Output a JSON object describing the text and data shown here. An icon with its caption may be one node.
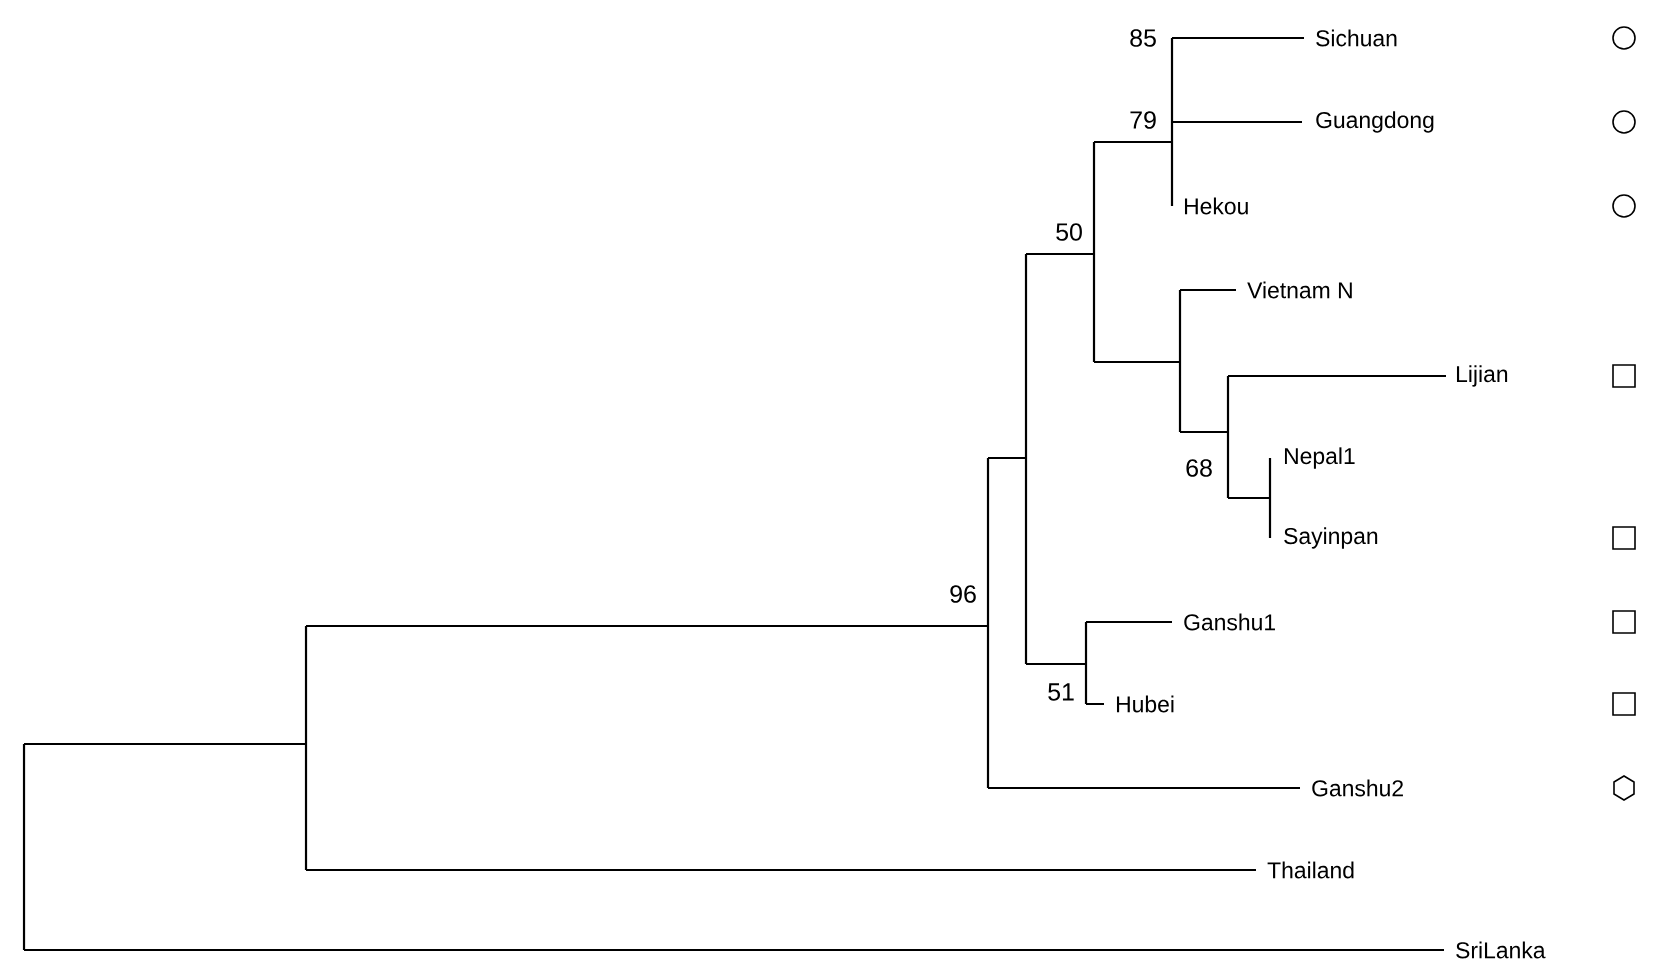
{
  "diagram": {
    "labels": [
      "85",
      "Sichuan",
      "79",
      "Guangdong",
      "Hekou",
      "50",
      "Vietnam N",
      "Lijian",
      "68",
      "Nepal1",
      "Sayinpan",
      "96",
      "Ganshu1",
      "51",
      "Hubei",
      "Ganshu2",
      "Thailand",
      "SriLanka"
    ]
  }
}
